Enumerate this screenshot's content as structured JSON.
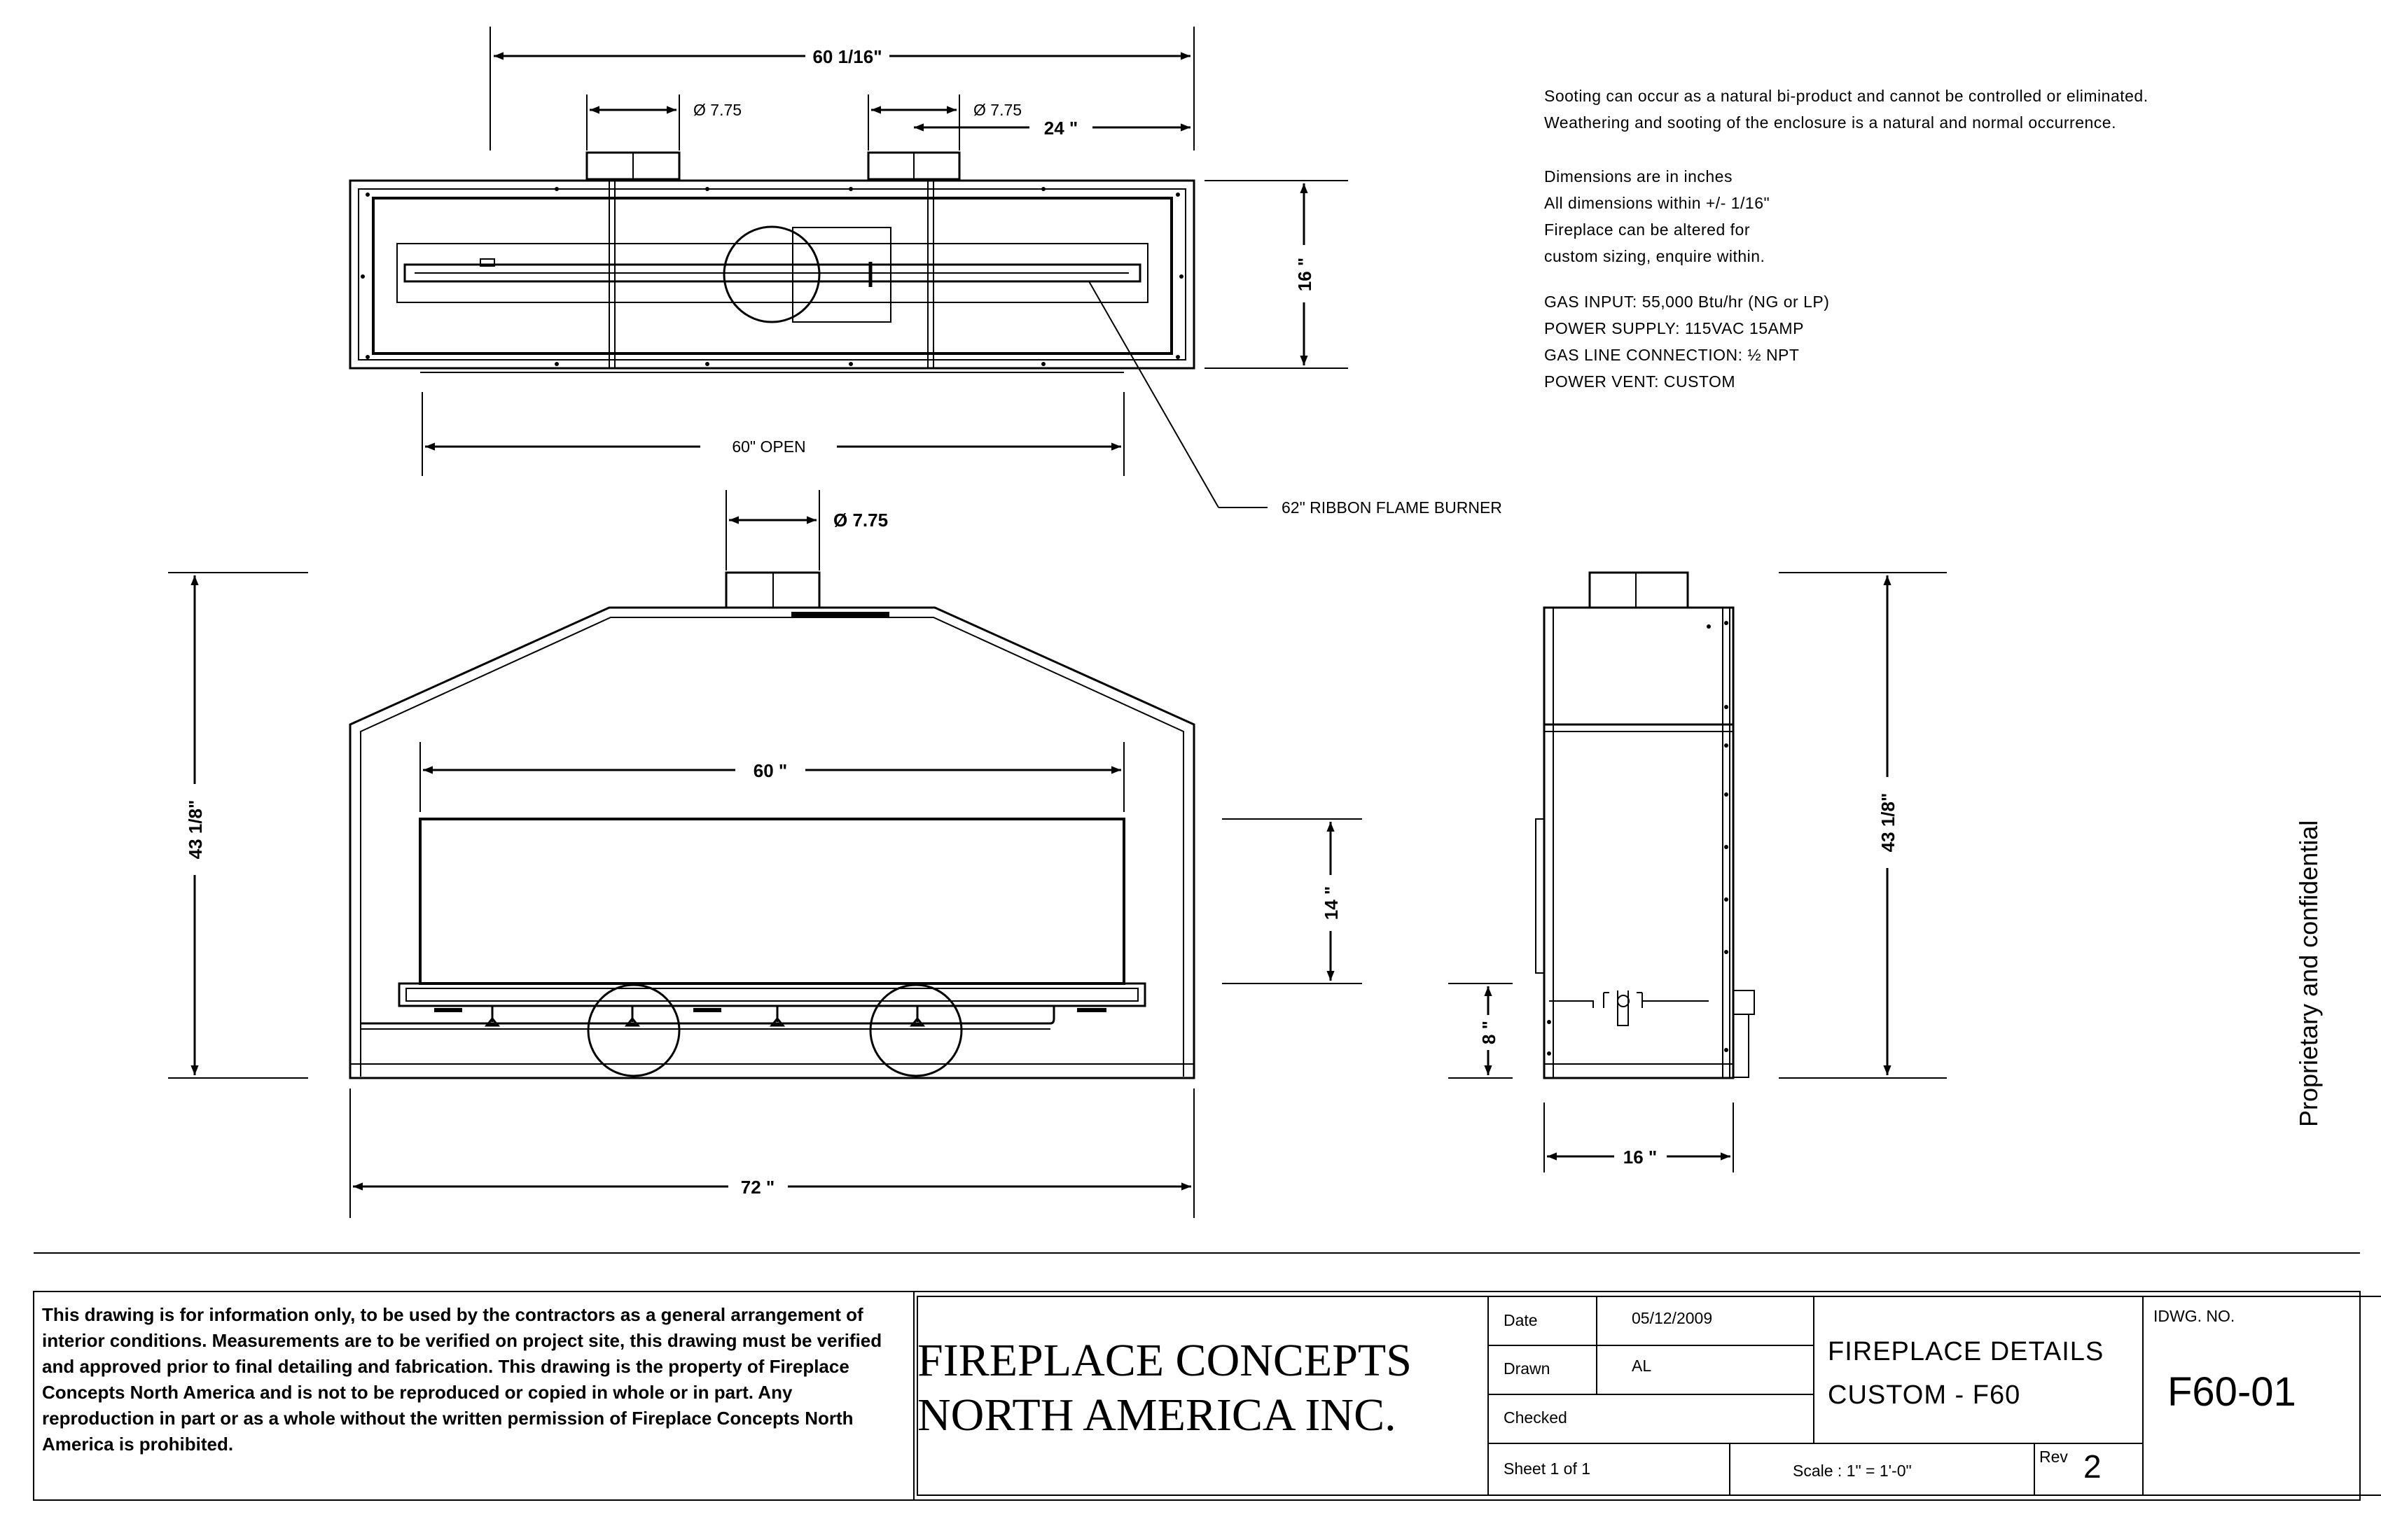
{
  "notes": {
    "sooting_line1": "Sooting can occur as a natural bi-product and cannot be controlled or eliminated.",
    "sooting_line2": "Weathering and sooting of the enclosure is a natural and normal occurrence.",
    "dims_line1": "Dimensions are in inches",
    "dims_line2": "All dimensions within +/- 1/16\"",
    "dims_line3": "Fireplace can be altered for",
    "dims_line4": "custom sizing, enquire within.",
    "gas_input": "GAS INPUT: 55,000 Btu/hr (NG or LP)",
    "power_supply": "POWER SUPPLY: 115VAC 15AMP",
    "gas_line": "GAS LINE CONNECTION: ½ NPT",
    "power_vent": "POWER VENT: CUSTOM"
  },
  "dimensions": {
    "top_overall_width": "60 1/16\"",
    "top_vent_dia_1": "Ø 7.75",
    "top_vent_dia_2": "Ø 7.75",
    "top_vent_offset": "24 \"",
    "top_depth": "16 \"",
    "top_opening": "60\" OPEN",
    "burner_callout": "62\" RIBBON FLAME BURNER",
    "front_vent_dia": "Ø 7.75",
    "front_height": "43 1/8\"",
    "front_opening_width": "60 \"",
    "front_opening_height": "14 \"",
    "front_overall_width": "72 \"",
    "side_base_height": "8 \"",
    "side_height": "43 1/8\"",
    "side_depth": "16 \""
  },
  "side_caption": "Proprietary and confidential",
  "title_block": {
    "disclaimer": "This drawing is for information only, to be used by the contractors as a general arrangement of interior conditions. Measurements are to be verified on project site, this drawing must be verified and approved prior to final detailing and fabrication. This drawing is the property of Fireplace Concepts North America and is not to be reproduced or copied in whole or in part. Any reproduction in part or as a whole without the written permission of Fireplace Concepts North America is prohibited.",
    "company_line1": "FIREPLACE CONCEPTS",
    "company_line2": "NORTH AMERICA INC.",
    "date_label": "Date",
    "date_value": "05/12/2009",
    "drawn_label": "Drawn",
    "drawn_value": "AL",
    "checked_label": "Checked",
    "sheet": "Sheet 1 of 1",
    "scale": "Scale : 1\" = 1'-0\"",
    "rev_label": "Rev",
    "rev_value": "2",
    "project_line1": "FIREPLACE DETAILS",
    "project_line2": "CUSTOM - F60",
    "dwg_no_label": "IDWG. NO.",
    "dwg_no": "F60-01"
  }
}
